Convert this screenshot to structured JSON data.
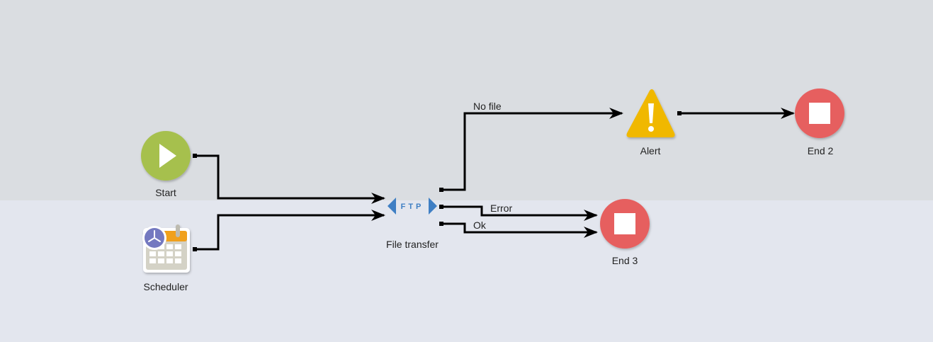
{
  "workflow": {
    "nodes": {
      "start": {
        "label": "Start",
        "icon": "play-icon",
        "color": "#A6C04E"
      },
      "scheduler": {
        "label": "Scheduler",
        "icon": "calendar-clock-icon",
        "clock_color": "#7479C0",
        "header_color": "#F0A01C"
      },
      "file_transfer": {
        "label": "File transfer",
        "icon": "ftp-icon",
        "icon_text": "FTP",
        "color": "#3F7FC4"
      },
      "alert": {
        "label": "Alert",
        "icon": "warning-icon",
        "color": "#F0B800"
      },
      "end2": {
        "label": "End 2",
        "icon": "stop-icon",
        "color": "#E65F5F"
      },
      "end3": {
        "label": "End 3",
        "icon": "stop-icon",
        "color": "#E65F5F"
      }
    },
    "transitions": {
      "no_file": "No file",
      "error": "Error",
      "ok": "Ok"
    }
  }
}
